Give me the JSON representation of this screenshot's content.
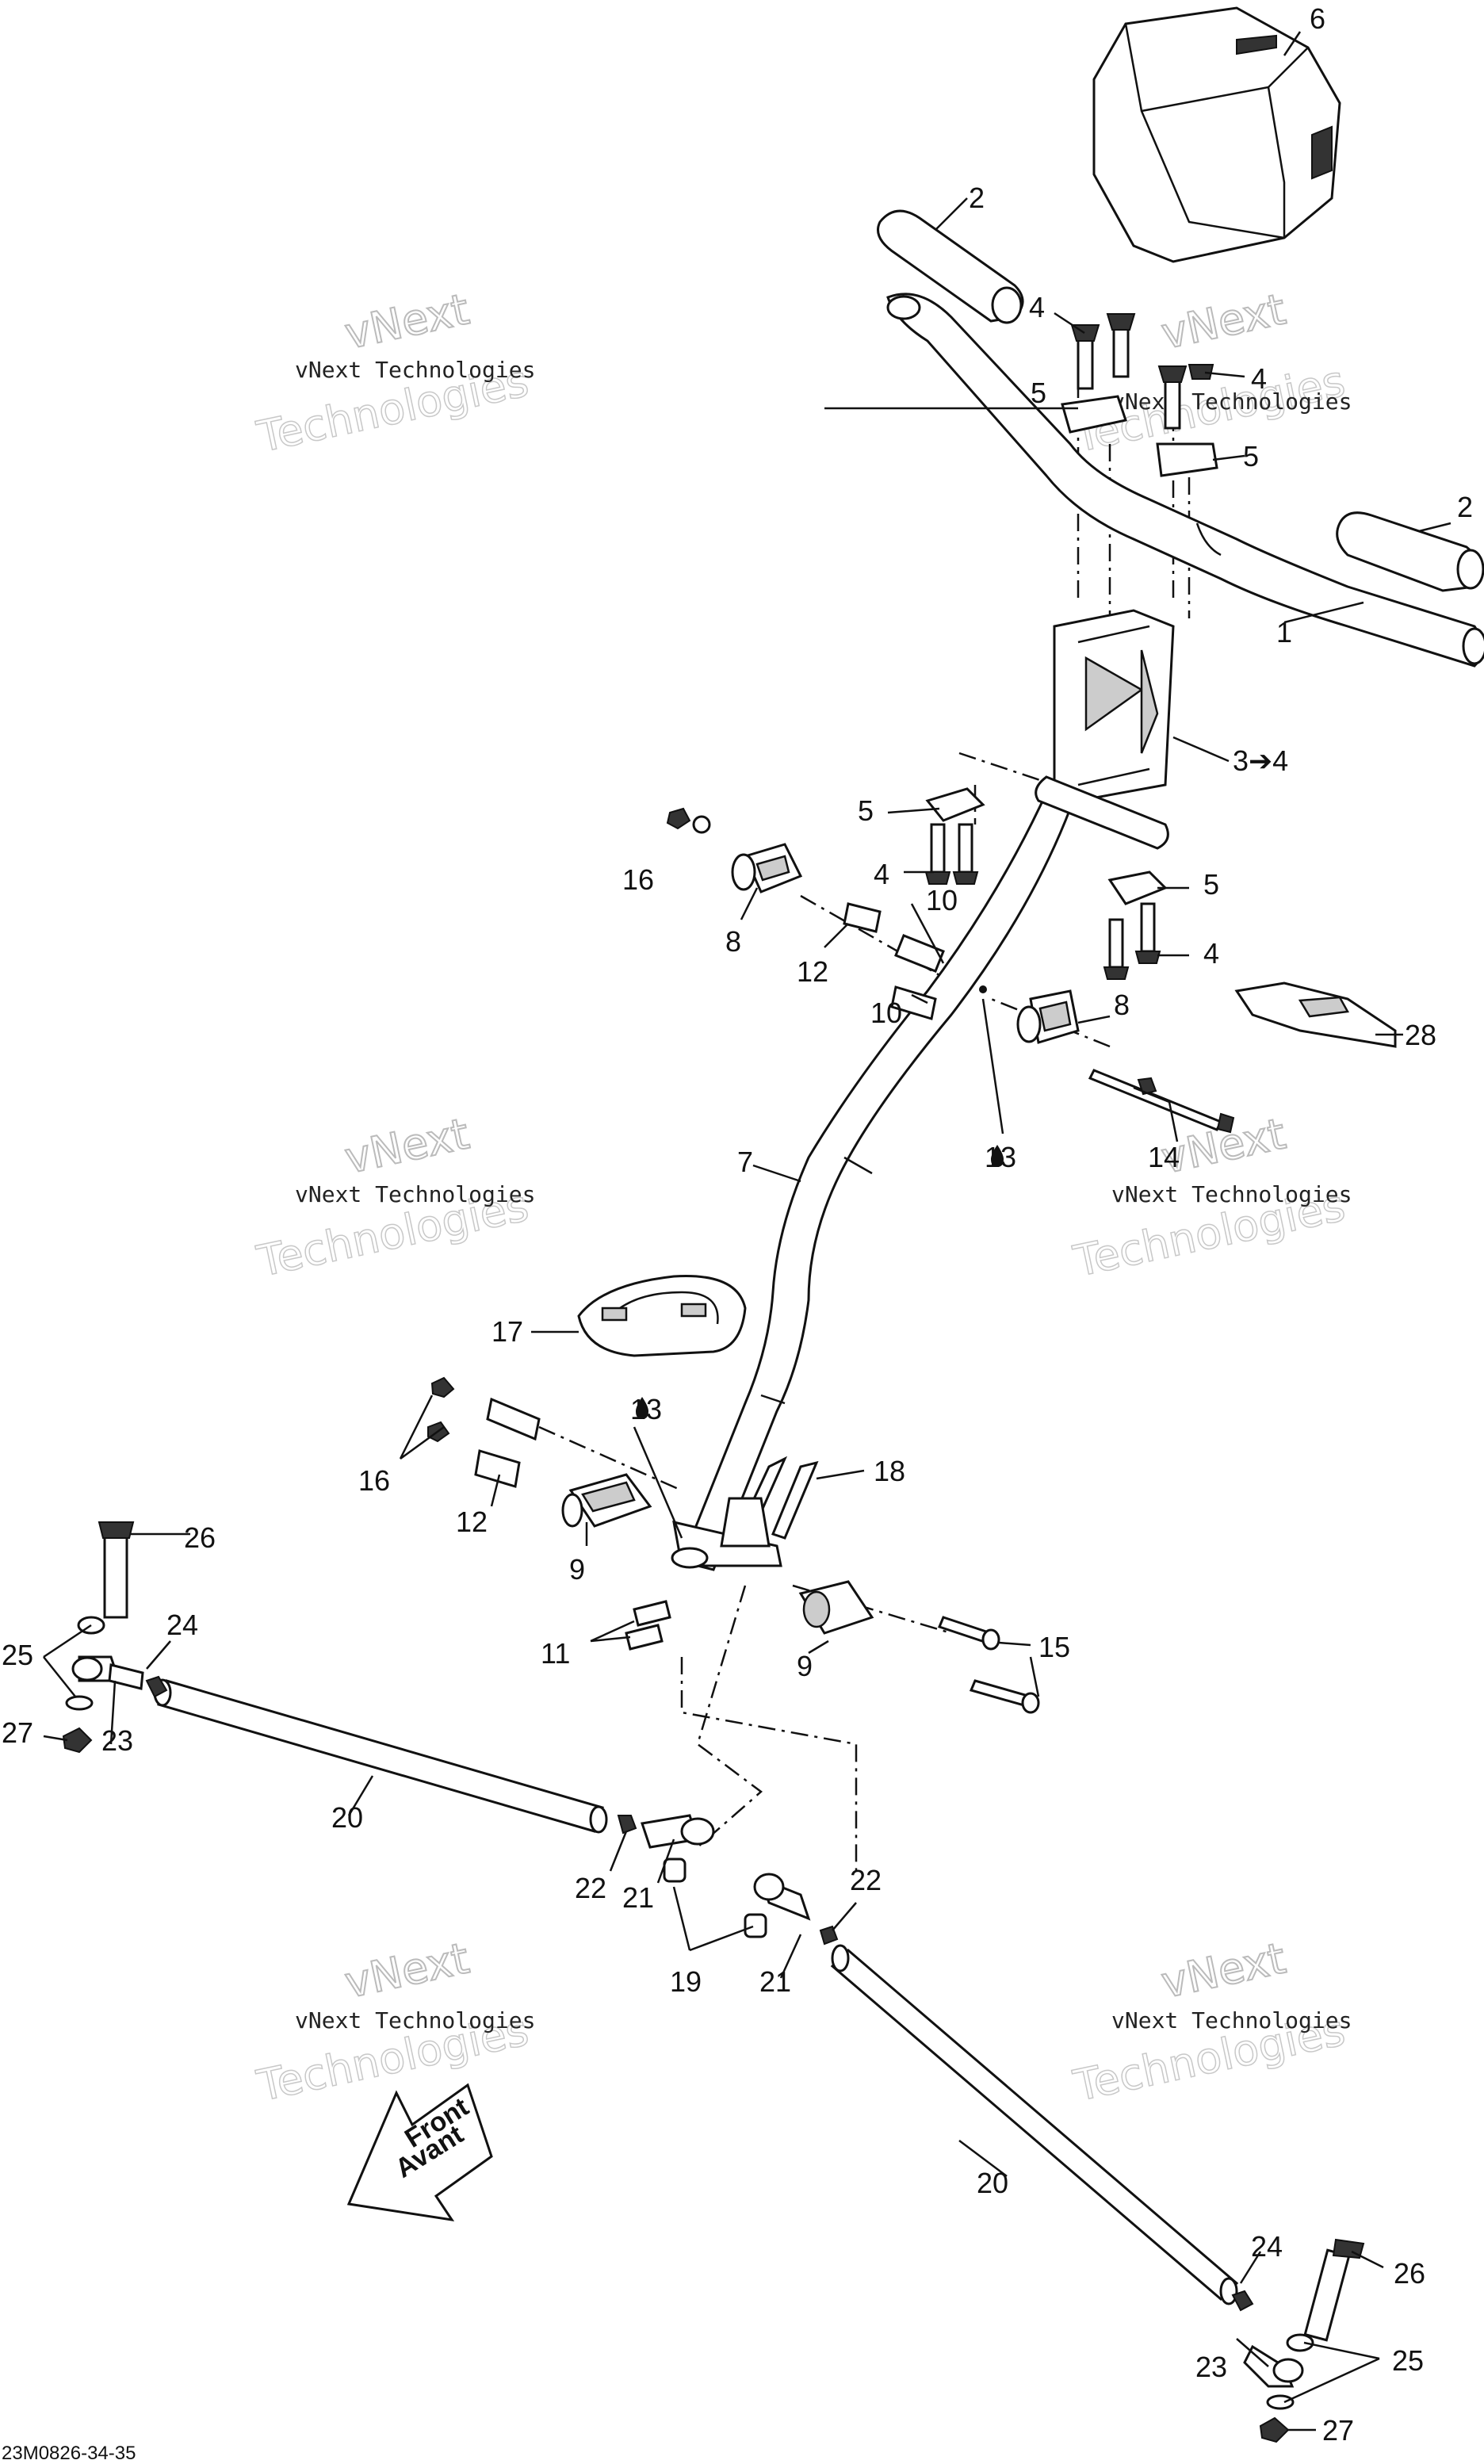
{
  "diagram": {
    "drawing_code": "23M0826-34-35",
    "watermark": {
      "line1": "vNext Technologies",
      "line2": "vNext",
      "line3": "Technologies"
    },
    "direction_arrow": {
      "line1": "Front",
      "line2": "Avant"
    },
    "callouts": {
      "c1": "1",
      "c2a": "2",
      "c2b": "2",
      "c3": "3➔4",
      "c4a": "4",
      "c4b": "4",
      "c4c": "4",
      "c4d": "4",
      "c5a": "5",
      "c5b": "5",
      "c5c": "5",
      "c5d": "5",
      "c6": "6",
      "c7": "7",
      "c8a": "8",
      "c8b": "8",
      "c9a": "9",
      "c9b": "9",
      "c10a": "10",
      "c10b": "10",
      "c11": "11",
      "c12a": "12",
      "c12b": "12",
      "c13a": "13",
      "c13b": "13",
      "c14": "14",
      "c15": "15",
      "c16a": "16",
      "c16b": "16",
      "c17": "17",
      "c18": "18",
      "c19": "19",
      "c20a": "20",
      "c20b": "20",
      "c21a": "21",
      "c21b": "21",
      "c22a": "22",
      "c22b": "22",
      "c23a": "23",
      "c23b": "23",
      "c24a": "24",
      "c24b": "24",
      "c25a": "25",
      "c25b": "25",
      "c26a": "26",
      "c26b": "26",
      "c27a": "27",
      "c27b": "27",
      "c28": "28"
    }
  }
}
